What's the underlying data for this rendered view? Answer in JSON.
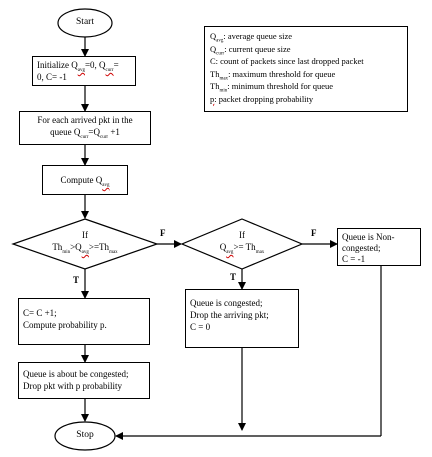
{
  "flowchart": {
    "start": "Start",
    "stop": "Stop",
    "init": {
      "a": "Initialize Q",
      "a_sub": "avg",
      "b": "=0, Q",
      "b_sub": "curr",
      "c": "=",
      "d": "0, C= -1"
    },
    "arrive": {
      "line1": "For each arrived pkt in the",
      "line2a": "queue Q",
      "line2_sub1": "curr",
      "line2b": "=Q",
      "line2_sub2": "curr",
      "line2c": " +1"
    },
    "compute_avg": {
      "text": "Compute Q",
      "sub": "avg"
    },
    "decision1": {
      "line1": "If",
      "a": "Th",
      "a_sub": "min",
      "b": ">Q",
      "b_sub": "avg",
      "c": ">=Th",
      "c_sub": "max"
    },
    "decision2": {
      "line1": "If",
      "a": "Q",
      "a_sub": "avg",
      "b": ">= Th",
      "b_sub": "max"
    },
    "about_box": {
      "line1": "C= C +1;",
      "line2": "Compute probability p."
    },
    "drop_prob_box": {
      "line1": "Queue is about be congested;",
      "line2": "Drop pkt with p probability"
    },
    "congested_box": {
      "line1": "Queue is congested;",
      "line2": "Drop the arriving pkt;",
      "line3": "C = 0"
    },
    "noncongested_box": {
      "line1": "Queue is Non-",
      "line2": "congested;",
      "line3": "C = -1"
    },
    "labels": {
      "f1": "F",
      "f2": "F",
      "t1": "T",
      "t2": "T"
    }
  },
  "legend": {
    "items": [
      {
        "sym": "Q",
        "sub": "avg",
        "text": ": average queue size"
      },
      {
        "sym": "Q",
        "sub": "curr",
        "text": ": current queue size"
      },
      {
        "sym": "",
        "sub": "",
        "text": "C: count of packets since last dropped packet"
      },
      {
        "sym": "Th",
        "sub": "max",
        "text": ": maximum threshold for queue"
      },
      {
        "sym": "Th",
        "sub": "min",
        "text": ": minimum threshold for queue"
      },
      {
        "sym": "p",
        "sub": "",
        "text": ": packet dropping probability"
      }
    ]
  }
}
